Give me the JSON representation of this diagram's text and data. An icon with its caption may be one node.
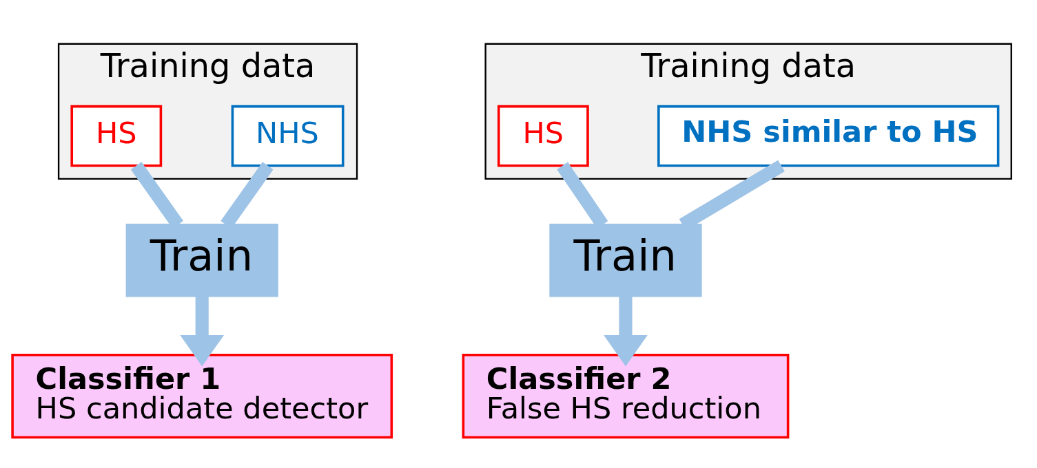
{
  "diagram": {
    "nodes": [
      {
        "text": [
          "Training data"
        ]
      },
      {
        "text": [
          "HS"
        ],
        "in": 0
      },
      {
        "text": [
          "NHS"
        ],
        "in": 0
      },
      {
        "text": [
          "Train"
        ]
      },
      {
        "text": [
          "Classifier 1",
          "HS candidate detector"
        ]
      },
      {
        "text": [
          "Training data"
        ]
      },
      {
        "text": [
          "HS"
        ],
        "in": 5
      },
      {
        "text": [
          "NHS similar to HS"
        ],
        "in": 5
      },
      {
        "text": [
          "Train"
        ]
      },
      {
        "text": [
          "Classifier 2",
          "False HS reduction"
        ]
      }
    ],
    "edges": [
      {
        "from": 1,
        "to": 3,
        "arrow": "none"
      },
      {
        "from": 2,
        "to": 3,
        "arrow": "none"
      },
      {
        "from": 3,
        "to": 4,
        "arrow": "to"
      },
      {
        "from": 6,
        "to": 8,
        "arrow": "none"
      },
      {
        "from": 7,
        "to": 8,
        "arrow": "none"
      },
      {
        "from": 8,
        "to": 9,
        "arrow": "to"
      }
    ]
  }
}
